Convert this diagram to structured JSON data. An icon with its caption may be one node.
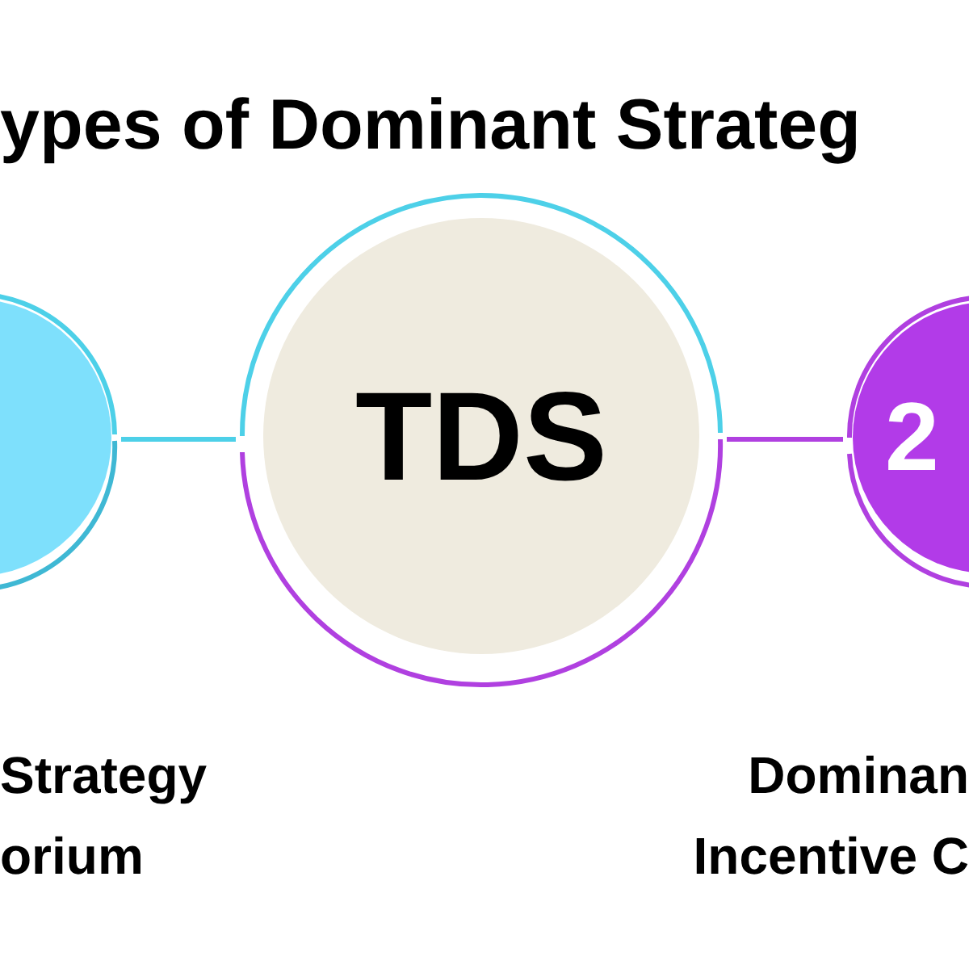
{
  "diagram": {
    "title": "ypes of Dominant Strateg",
    "nodes": [
      {
        "text": [],
        "shape": "circle"
      },
      {
        "text": [
          "TDS"
        ]
      },
      {
        "text": [
          "2"
        ]
      }
    ],
    "edges": [
      {
        "from": 0,
        "to": 1,
        "arrow": "none",
        "color": "#4dd0e8"
      },
      {
        "from": 1,
        "to": 2,
        "arrow": "none",
        "color": "#b040e0"
      }
    ],
    "labels": [
      "Strategy orium",
      "Dominan Incentive C"
    ]
  }
}
